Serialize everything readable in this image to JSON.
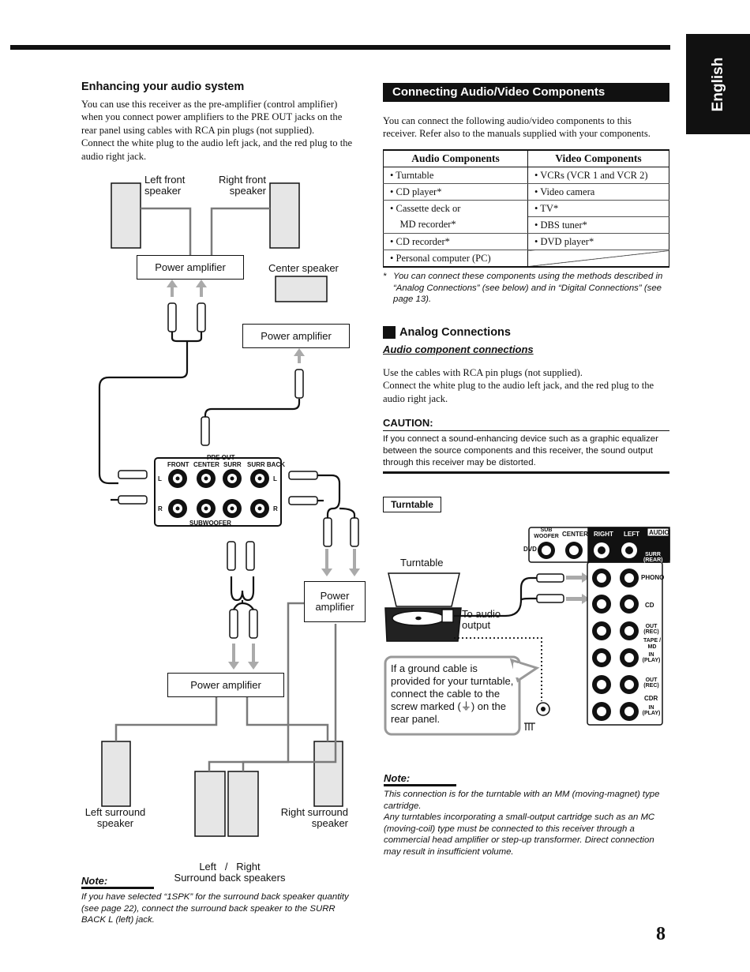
{
  "page_header": {
    "language_tab": "English",
    "page_number": "8"
  },
  "left": {
    "heading": "Enhancing your audio system",
    "paragraph1_lines": [
      "You can use this receiver as the pre-amplifier (control amplifier)",
      "when you connect power amplifiers to the PRE OUT jacks on the",
      "rear panel using cables with RCA pin plugs (not supplied).",
      "Connect the white plug to the audio left jack, and the red plug to the",
      "audio right jack."
    ],
    "diagram": {
      "left_front_speaker": [
        "Left front",
        "speaker"
      ],
      "right_front_speaker": [
        "Right front",
        "speaker"
      ],
      "center_speaker": "Center speaker",
      "power_amplifier": "Power amplifier",
      "power_amplifier_split": [
        "Power",
        "amplifier"
      ],
      "panel": {
        "pre_out": "PRE OUT",
        "front": "FRONT",
        "center": "CENTER",
        "surr": "SURR",
        "surr_back": "SURR BACK",
        "subwoofer": "SUBWOOFER",
        "l": "L",
        "r": "R"
      },
      "left_surround_speaker": [
        "Left surround",
        "speaker"
      ],
      "right_surround_speaker": [
        "Right surround",
        "speaker"
      ],
      "surround_back_speakers": [
        "Left   /   Right",
        "Surround back speakers"
      ]
    },
    "note": {
      "title": "Note:",
      "lines": [
        "If you have selected  “1SPK” for the surround back speaker quantity",
        "(see page 22), connect the surround back speaker to the SURR",
        "BACK L (left) jack."
      ]
    }
  },
  "right": {
    "section_title": "Connecting Audio/Video Components",
    "intro_lines": [
      "You can connect the following audio/video components to this",
      "receiver. Refer also to the manuals supplied with your components."
    ],
    "table": {
      "headers": [
        "Audio Components",
        "Video Components"
      ],
      "audio": [
        "•  Turntable",
        "•  CD player*",
        "•  Cassette deck or",
        "    MD recorder*",
        "•  CD recorder*",
        "•  Personal computer (PC)"
      ],
      "video": [
        "•  VCRs (VCR 1 and VCR 2)",
        "•  Video camera",
        "•  TV*",
        "•  DBS tuner*",
        "•  DVD player*",
        ""
      ]
    },
    "footnote_mark": "*",
    "footnote_lines": [
      "You can connect these components using the methods described in",
      "“Analog Connections” (see below) and in “Digital Connections” (see",
      "page 13)."
    ],
    "analog_heading": "Analog Connections",
    "analog_subheading": "Audio component connections",
    "analog_lines": [
      "Use the cables with RCA pin plugs (not supplied).",
      "Connect the white plug to the audio left jack, and the red plug to the",
      "audio right jack."
    ],
    "caution": {
      "title": "CAUTION:",
      "lines": [
        "If you connect a sound-enhancing device such as a graphic equalizer",
        "between the source components and this receiver, the sound output",
        "through this receiver may be distorted."
      ]
    },
    "turntable_box": "Turntable",
    "turntable_diagram": {
      "turntable_label": "Turntable",
      "to_audio_output": [
        "To audio",
        "output"
      ],
      "ground_note": [
        "If a ground cable is",
        "provided for your turntable,",
        "connect the cable to the",
        "screw marked (⏚) on the",
        "rear panel."
      ],
      "panel": {
        "sub_woofer": "SUB WOOFER",
        "center": "CENTER",
        "right": "RIGHT",
        "left": "LEFT",
        "audio": "AUDIO",
        "dvd": "DVD",
        "surr_rear": "SURR (REAR)",
        "phono": "PHONO",
        "cd": "CD",
        "tape_md": "TAPE / MD",
        "out_rec": "OUT (REC)",
        "in_play": "IN (PLAY)",
        "cdr": "CDR"
      }
    },
    "note": {
      "title": "Note:",
      "lines": [
        "This connection is for the turntable with an MM (moving-magnet) type",
        "cartridge.",
        "Any turntables incorporating a small-output cartridge such as an MC",
        "(moving-coil) type must be connected to this receiver through a",
        "commercial head amplifier or step-up transformer. Direct connection",
        "may result in insufficient volume."
      ]
    }
  },
  "colors": {
    "ink": "#111111",
    "cable_gray": "#7a7a7a",
    "speaker_fill": "#e6e6e6"
  }
}
